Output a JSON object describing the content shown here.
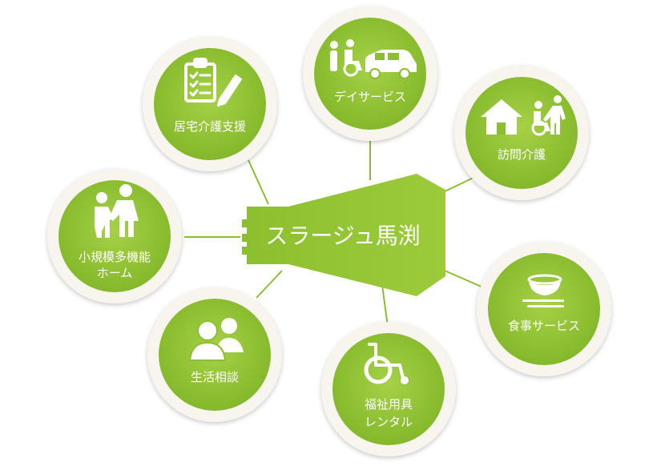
{
  "colors": {
    "node_fill": "#8cbf2f",
    "node_fill_light": "#a6d147",
    "ring": "#f7f5ee",
    "connector": "#8cbf2f",
    "text": "#ffffff",
    "background": "#ffffff"
  },
  "center": {
    "label": "スラージュ馬渕"
  },
  "services": [
    {
      "id": "kyotaku",
      "lines": [
        "居宅介護支援"
      ],
      "icon": "clipboard-pencil-icon"
    },
    {
      "id": "day",
      "lines": [
        "デイサービス"
      ],
      "icon": "wheelchair-van-icon"
    },
    {
      "id": "houmon",
      "lines": [
        "訪問介護"
      ],
      "icon": "house-caregiver-icon"
    },
    {
      "id": "shoku",
      "lines": [
        "食事サービス"
      ],
      "icon": "rice-bowl-chopsticks-icon"
    },
    {
      "id": "fukushi",
      "lines": [
        "福祉用具",
        "レンタル"
      ],
      "icon": "wheelchair-icon"
    },
    {
      "id": "seikatsu",
      "lines": [
        "生活相談"
      ],
      "icon": "consultation-people-icon"
    },
    {
      "id": "shoukibo",
      "lines": [
        "小規模多機能",
        "ホーム"
      ],
      "icon": "caregiver-assist-icon"
    }
  ]
}
